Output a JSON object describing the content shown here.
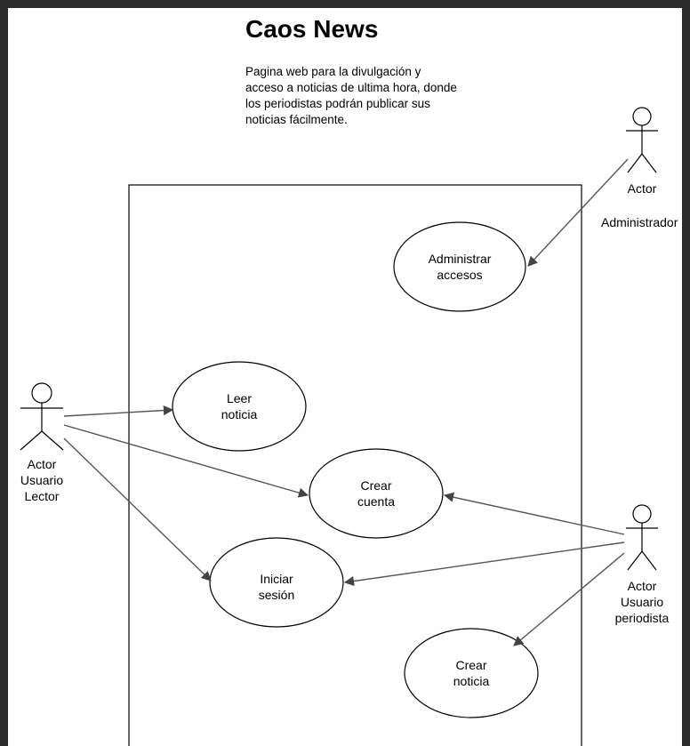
{
  "diagram": {
    "title": "Caos News",
    "description": "Pagina web para la divulgación y acceso a noticias de ultima hora, donde los periodistas podrán publicar sus noticias fácilmente.",
    "actors": {
      "admin": {
        "line1": "Actor",
        "line2": "Administrador"
      },
      "lector": {
        "line1": "Actor",
        "line2": "Usuario",
        "line3": "Lector"
      },
      "periodista": {
        "line1": "Actor",
        "line2": "Usuario",
        "line3": "periodista"
      }
    },
    "use_cases": {
      "administrar": {
        "line1": "Administrar",
        "line2": "accesos"
      },
      "leer": {
        "line1": "Leer",
        "line2": "noticia"
      },
      "crear_cuenta": {
        "line1": "Crear",
        "line2": "cuenta"
      },
      "iniciar": {
        "line1": "Iniciar",
        "line2": "sesión"
      },
      "crear_noticia": {
        "line1": "Crear",
        "line2": "noticia"
      }
    },
    "colors": {
      "line": "#555555",
      "stroke": "#000000",
      "background": "#ffffff",
      "frame": "#2b2b2b"
    }
  }
}
